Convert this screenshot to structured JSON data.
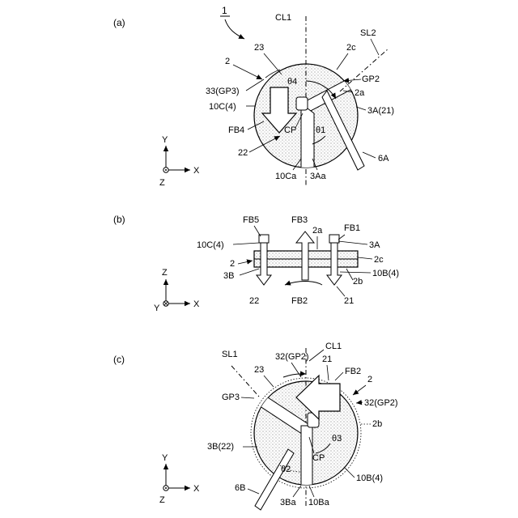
{
  "figure_ref": "1",
  "panel_a": {
    "label": "(a)",
    "cl": "CL1",
    "sl": "SL2",
    "labels": {
      "ref_23": "23",
      "ref_2": "2",
      "ref_2c": "2c",
      "gp2": "GP2",
      "ref_2a": "2a",
      "theta4": "θ4",
      "gp3": "33(GP3)",
      "ref_10c": "10C(4)",
      "ref_3a": "3A(21)",
      "fb4": "FB4",
      "cp": "CP",
      "theta1": "θ1",
      "ref_22": "22",
      "ref_6a": "6A",
      "ref_10ca": "10Ca",
      "ref_3aa": "3Aa"
    },
    "axes": {
      "vertical": "Y",
      "horizontal": "X",
      "origin": "Z"
    }
  },
  "panel_b": {
    "label": "(b)",
    "labels": {
      "fb5": "FB5",
      "fb3": "FB3",
      "ref_2a": "2a",
      "fb1": "FB1",
      "ref_10c": "10C(4)",
      "ref_3a": "3A",
      "ref_2": "2",
      "ref_2c": "2c",
      "ref_3b": "3B",
      "ref_10b": "10B(4)",
      "ref_2b": "2b",
      "ref_22": "22",
      "fb2": "FB2",
      "ref_21": "21"
    },
    "axes": {
      "vertical": "Z",
      "horizontal": "X",
      "origin": "Y"
    }
  },
  "panel_c": {
    "label": "(c)",
    "cl": "CL1",
    "sl": "SL1",
    "labels": {
      "gp2_top": "32(GP2)",
      "ref_21": "21",
      "ref_23": "23",
      "fb2": "FB2",
      "ref_2": "2",
      "gp3": "GP3",
      "gp2_right": "32(GP2)",
      "ref_2b": "2b",
      "theta3": "θ3",
      "ref_3b": "3B(22)",
      "cp": "CP",
      "theta2": "θ2",
      "ref_10b": "10B(4)",
      "ref_6b": "6B",
      "ref_3ba": "3Ba",
      "ref_10ba": "10Ba"
    },
    "axes": {
      "vertical": "Y",
      "horizontal": "X",
      "origin": "Z"
    }
  }
}
